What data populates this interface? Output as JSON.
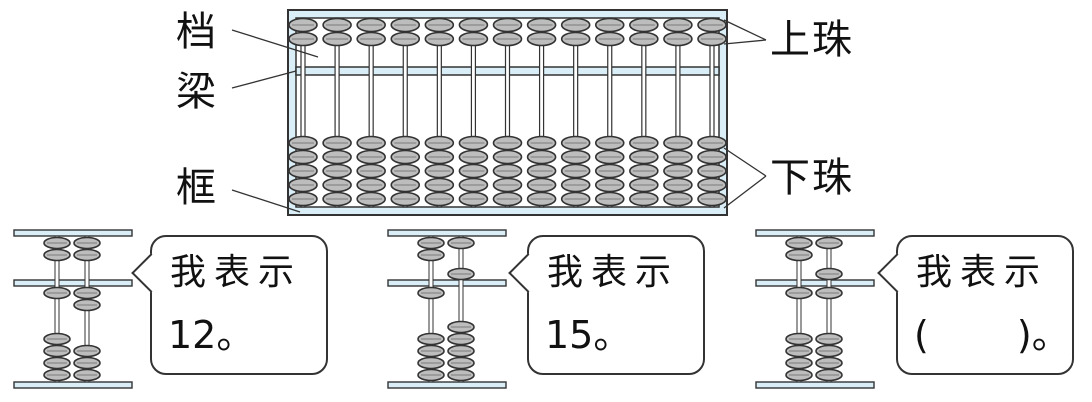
{
  "labels": {
    "rod": "档",
    "beam": "梁",
    "frame": "框",
    "upper_beads": "上珠",
    "lower_beads": "下珠"
  },
  "main_abacus": {
    "rods": 13,
    "upper_beads_per_rod": 2,
    "lower_beads_per_rod": 5,
    "bead_color": "#bdbdbd",
    "frame_color": "#d9eef7"
  },
  "examples": [
    {
      "line1": "我表示",
      "line2": "12。"
    },
    {
      "line1": "我表示",
      "line2": "15。"
    },
    {
      "line1": "我表示",
      "line2": "(　　 )。"
    }
  ]
}
